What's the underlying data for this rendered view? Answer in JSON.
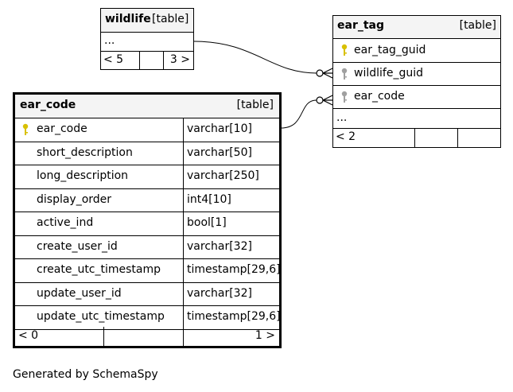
{
  "wildlife": {
    "name": "wildlife",
    "kind": "[table]",
    "body": "...",
    "parents": "< 5",
    "children": "3 >"
  },
  "ear_tag": {
    "name": "ear_tag",
    "kind": "[table]",
    "columns": [
      {
        "name": "ear_tag_guid",
        "key": "primary"
      },
      {
        "name": "wildlife_guid",
        "key": "foreign"
      },
      {
        "name": "ear_code",
        "key": "foreign"
      }
    ],
    "more": "...",
    "parents": "< 2"
  },
  "ear_code": {
    "name": "ear_code",
    "kind": "[table]",
    "columns": [
      {
        "name": "ear_code",
        "type": "varchar[10]",
        "key": "primary"
      },
      {
        "name": "short_description",
        "type": "varchar[50]"
      },
      {
        "name": "long_description",
        "type": "varchar[250]"
      },
      {
        "name": "display_order",
        "type": "int4[10]"
      },
      {
        "name": "active_ind",
        "type": "bool[1]"
      },
      {
        "name": "create_user_id",
        "type": "varchar[32]"
      },
      {
        "name": "create_utc_timestamp",
        "type": "timestamp[29,6]"
      },
      {
        "name": "update_user_id",
        "type": "varchar[32]"
      },
      {
        "name": "update_utc_timestamp",
        "type": "timestamp[29,6]"
      }
    ],
    "parents": "< 0",
    "children": "1 >"
  },
  "footer": "Generated by SchemaSpy",
  "colors": {
    "primary_key": "#d8c000",
    "foreign_key": "#a0a0a0",
    "header_bg": "#f4f4f4"
  }
}
